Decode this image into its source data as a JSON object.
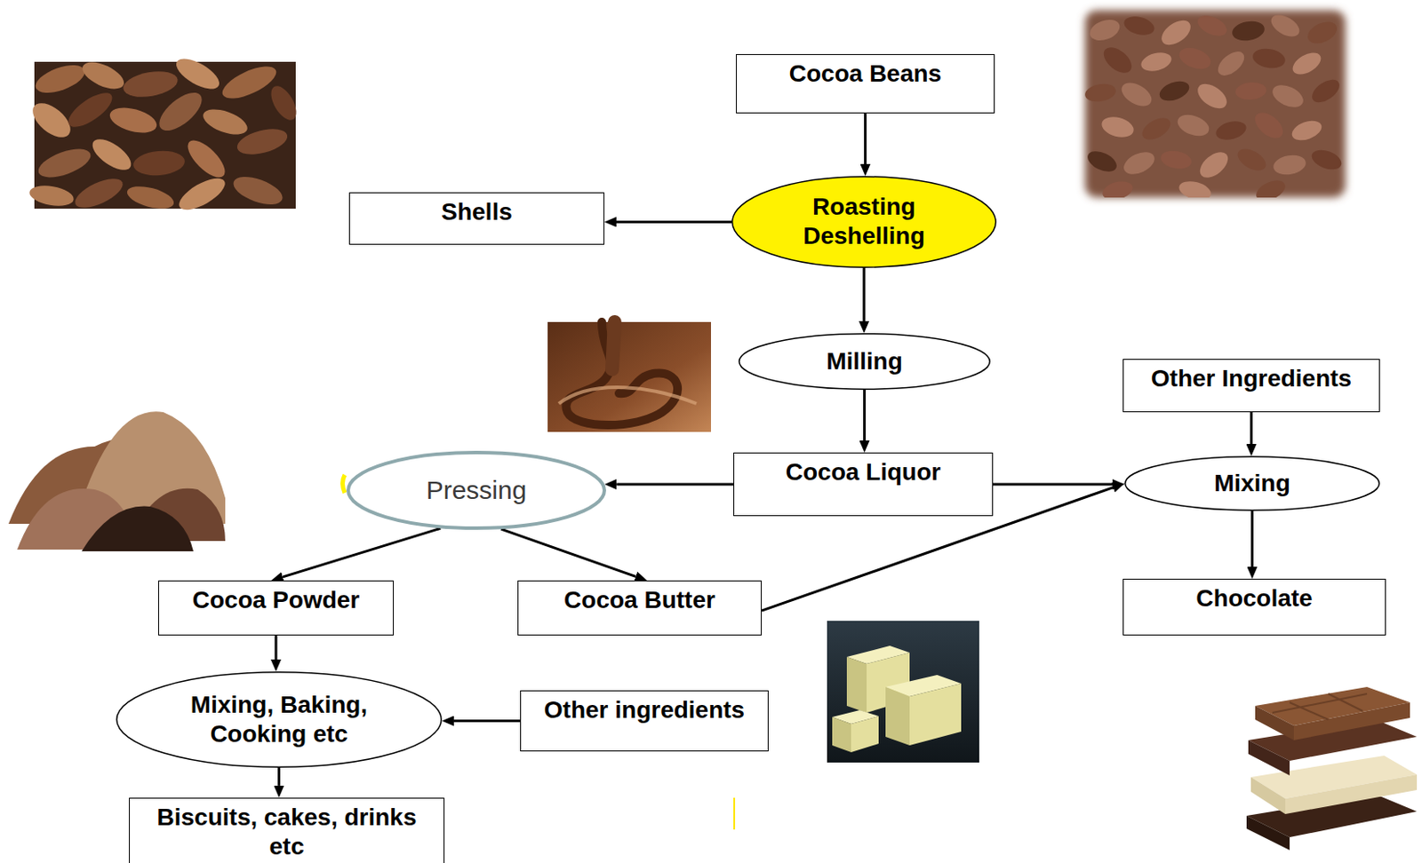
{
  "diagram": {
    "nodes": [
      {
        "text": [
          "Cocoa Beans"
        ]
      },
      {
        "text": [
          "Roasting Deshelling"
        ]
      },
      {
        "text": [
          "Shells"
        ]
      },
      {
        "text": [
          "Milling"
        ]
      },
      {
        "text": [
          "Other Ingredients"
        ]
      },
      {
        "text": [
          "Cocoa Liquor"
        ]
      },
      {
        "text": [
          "Pressing"
        ]
      },
      {
        "text": [
          "Mixing"
        ]
      },
      {
        "text": [
          "Cocoa Powder"
        ]
      },
      {
        "text": [
          "Cocoa Butter"
        ]
      },
      {
        "text": [
          "Chocolate"
        ]
      },
      {
        "text": [
          "Mixing, Baking, Cooking etc"
        ]
      },
      {
        "text": [
          "Other ingredients"
        ]
      },
      {
        "text": [
          "Biscuits, cakes, drinks etc"
        ]
      }
    ],
    "edges": [
      {
        "from": 0,
        "to": 1,
        "arrow": "to"
      },
      {
        "from": 1,
        "to": 2,
        "arrow": "to"
      },
      {
        "from": 1,
        "to": 3,
        "arrow": "to"
      },
      {
        "from": 3,
        "to": 5,
        "arrow": "to"
      },
      {
        "from": 5,
        "to": 6,
        "arrow": "to"
      },
      {
        "from": 5,
        "to": 7,
        "arrow": "to"
      },
      {
        "from": 4,
        "to": 7,
        "arrow": "to"
      },
      {
        "from": 6,
        "to": 8,
        "arrow": "to"
      },
      {
        "from": 6,
        "to": 9,
        "arrow": "to"
      },
      {
        "from": 9,
        "to": 7,
        "arrow": "to"
      },
      {
        "from": 7,
        "to": 10,
        "arrow": "to"
      },
      {
        "from": 8,
        "to": 11,
        "arrow": "to"
      },
      {
        "from": 12,
        "to": 11,
        "arrow": "to"
      },
      {
        "from": 11,
        "to": 13,
        "arrow": "to"
      }
    ]
  }
}
